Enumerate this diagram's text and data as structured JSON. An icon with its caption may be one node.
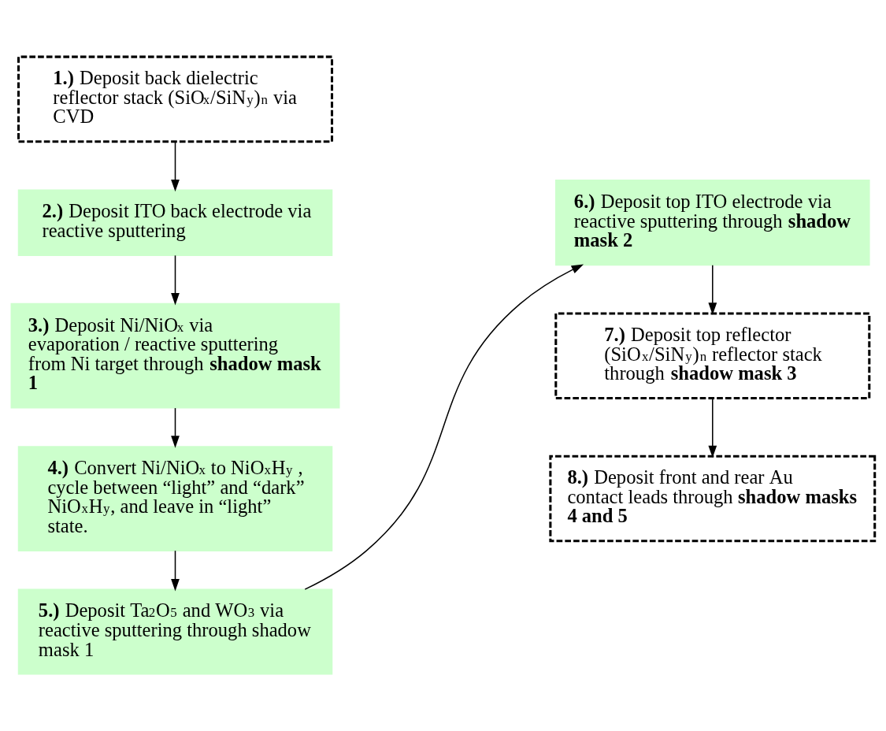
{
  "diagram": {
    "nodes": [
      {
        "text": [
          "**1.)** Deposit back dielectric reflector stack (SiO$_{x}$/SiN$_{y}$)$_{n}$ via CVD"
        ]
      },
      {
        "text": [
          "**2.)** Deposit ITO back electrode via reactive sputtering"
        ]
      },
      {
        "text": [
          "**3.)** Deposit Ni/NiO$_{x}$ via evaporation / reactive sputtering from Ni target through **shadow mask 1**"
        ]
      },
      {
        "text": [
          "**4.)** Convert Ni/NiO$_{x}$ to NiO$_{x}$H$_{y}$ , cycle between “light” and “dark” NiO$_{x}$H$_{y}$, and leave in “light” state."
        ]
      },
      {
        "text": [
          "**5.)** Deposit Ta$_{2}$O$_{5}$ and WO$_{3}$ via reactive sputtering through shadow mask 1"
        ]
      },
      {
        "text": [
          "**6.)** Deposit top ITO electrode via reactive sputtering through **shadow mask 2**"
        ]
      },
      {
        "text": [
          "**7.)** Deposit top reflector (SiO$_{x}$/SiN$_{y}$)$_{n}$ reflector stack through **shadow mask 3**"
        ]
      },
      {
        "text": [
          "**8.)** Deposit front and rear Au contact leads through **shadow masks 4 and 5**"
        ]
      }
    ],
    "edges": [
      {
        "from": 0,
        "to": 1,
        "arrow": "to"
      },
      {
        "from": 1,
        "to": 2,
        "arrow": "to"
      },
      {
        "from": 2,
        "to": 3,
        "arrow": "to"
      },
      {
        "from": 3,
        "to": 4,
        "arrow": "to"
      },
      {
        "from": 4,
        "to": 5,
        "arrow": "to"
      },
      {
        "from": 5,
        "to": 6,
        "arrow": "to"
      },
      {
        "from": 6,
        "to": 7,
        "arrow": "to"
      }
    ]
  }
}
